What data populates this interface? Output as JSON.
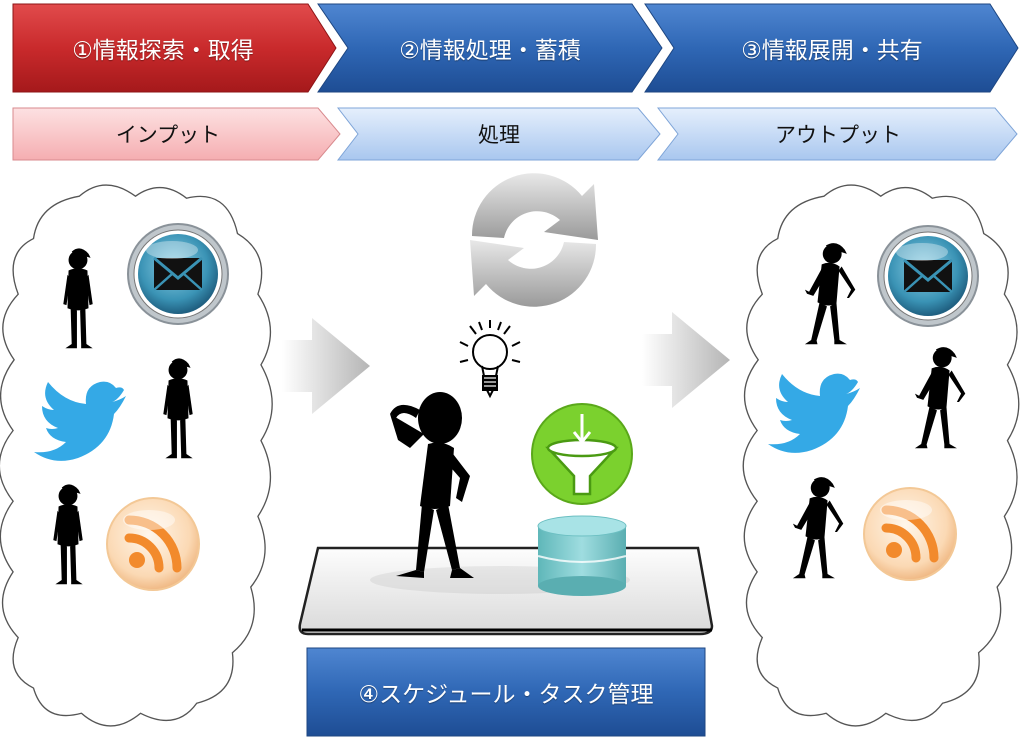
{
  "stages": [
    {
      "label": "①情報探索・取得",
      "color": "#c82f31"
    },
    {
      "label": "②情報処理・蓄積",
      "color": "#2f68b5"
    },
    {
      "label": "③情報展開・共有",
      "color": "#2f68b5"
    }
  ],
  "subStages": [
    {
      "label": "インプット",
      "color": "#f8c2c4"
    },
    {
      "label": "処理",
      "color": "#c5daf6"
    },
    {
      "label": "アウトプット",
      "color": "#c5daf6"
    }
  ],
  "bottomBox": {
    "label": "④スケジュール・タスク管理",
    "color": "#3268b2"
  },
  "icons": {
    "left": [
      "person-icon",
      "mail-icon",
      "twitter-bird-icon",
      "rss-icon"
    ],
    "center": [
      "cycle-arrows-icon",
      "lightbulb-icon",
      "thinking-person-icon",
      "filter-funnel-icon",
      "database-icon"
    ],
    "right": [
      "person-icon",
      "mail-icon",
      "twitter-bird-icon",
      "rss-icon"
    ]
  }
}
